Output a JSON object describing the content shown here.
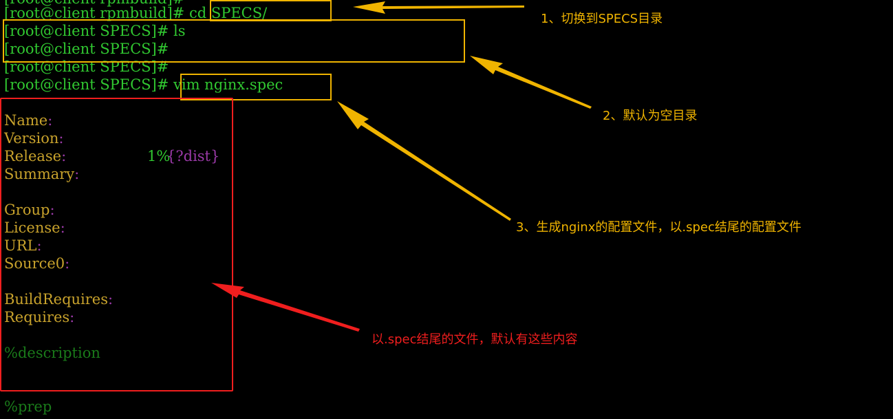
{
  "terminal": {
    "lines": [
      {
        "prompt": "[root@client rpmbuild]",
        "hash": "#",
        "cmd": "",
        "partial": true
      },
      {
        "prompt": "[root@client rpmbuild]",
        "hash": "#",
        "cmd": " cd SPECS/"
      },
      {
        "prompt": "[root@client SPECS]",
        "hash": "#",
        "cmd": " ls"
      },
      {
        "prompt": "[root@client SPECS]",
        "hash": "#",
        "cmd": ""
      },
      {
        "prompt": "[root@client SPECS]",
        "hash": "#",
        "cmd": ""
      },
      {
        "prompt": "[root@client SPECS]",
        "hash": "#",
        "cmd": " vim nginx.spec"
      }
    ],
    "spec_fields": [
      {
        "key": "Name",
        "colon": ":"
      },
      {
        "key": "Version",
        "colon": ":"
      },
      {
        "key": "Release",
        "colon": ":",
        "value": "1%",
        "macro": "{?dist}"
      },
      {
        "key": "Summary",
        "colon": ":"
      },
      {
        "key": "Group",
        "colon": ":"
      },
      {
        "key": "License",
        "colon": ":"
      },
      {
        "key": "URL",
        "colon": ":"
      },
      {
        "key": "Source0",
        "colon": ":"
      },
      {
        "key": "BuildRequires",
        "colon": ":"
      },
      {
        "key": "Requires",
        "colon": ":"
      }
    ],
    "sections": [
      "%description",
      "%prep"
    ]
  },
  "annotations": {
    "note1": "1、切换到SPECS目录",
    "note2": "2、默认为空目录",
    "note3": "3、生成nginx的配置文件，以.spec结尾的配置文件",
    "note4": "以.spec结尾的文件，默认有这些内容"
  },
  "colors": {
    "prompt_green": "#31c831",
    "spec_key_yellow": "#c8a22c",
    "colon_purple": "#9b3aa8",
    "section_green": "#1a7a1a",
    "annotation_yellow": "#f0b400",
    "annotation_red": "#f01e1e"
  }
}
